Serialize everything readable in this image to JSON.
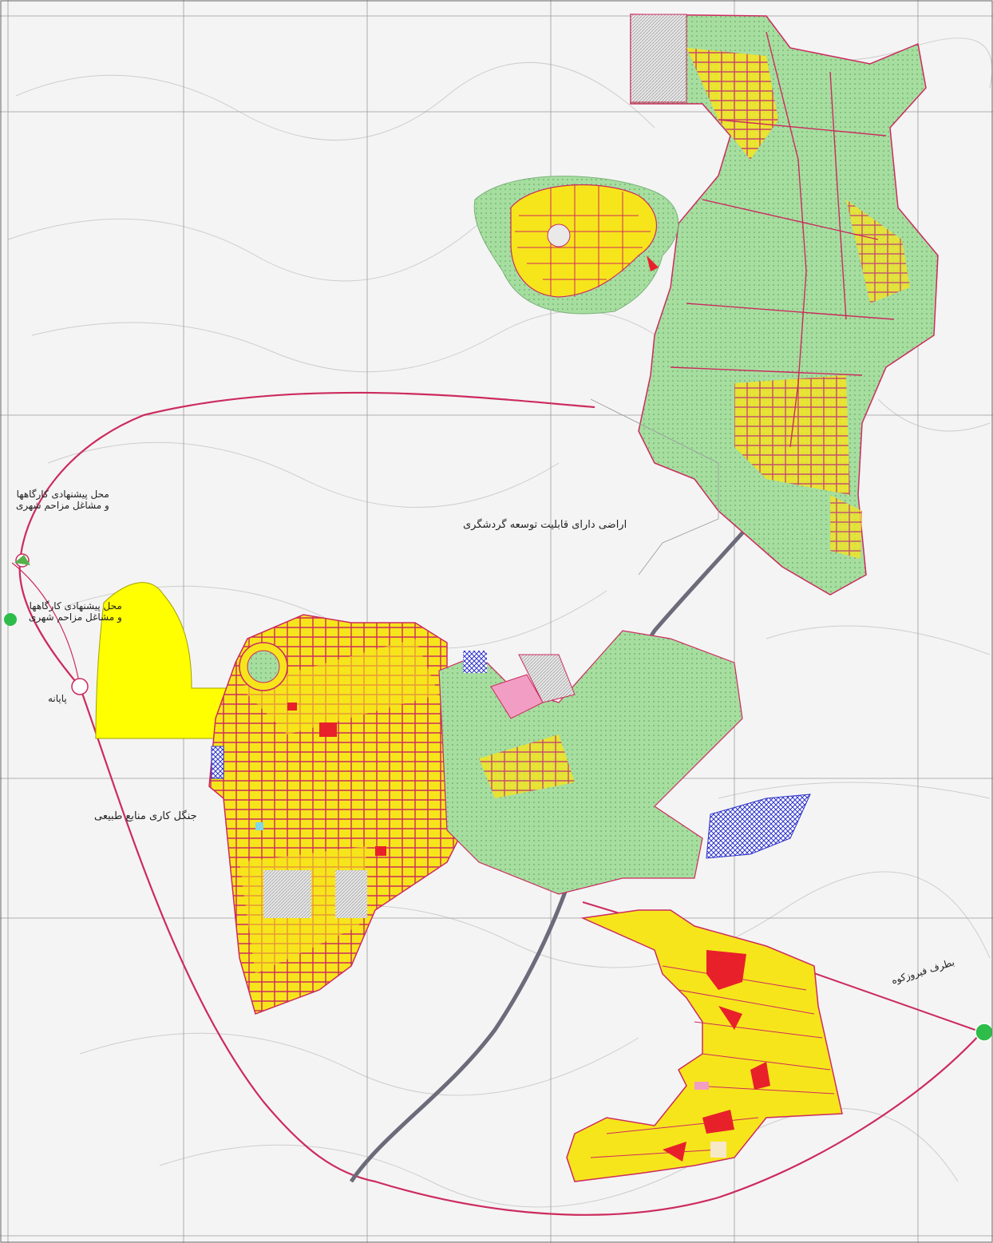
{
  "labels": {
    "industrial_1_line1": "محل پیشنهادی کارگاهها",
    "industrial_1_line2": "و مشاغل مزاحم شهری",
    "industrial_2_line1": "محل پیشنهادی کارگاهها",
    "industrial_2_line2": "و مشاغل مزاحم شهری",
    "tourism": "اراضی دارای قابلیت توسعه گردشگری",
    "terminal": "پایانه",
    "forest": "جنگل کاری منابع طبیعی",
    "road": "بطرف فیروزکوه"
  },
  "colors": {
    "residential": "#f7e51c",
    "residential_dark": "#f4c800",
    "green_space": "#a6dea0",
    "roads": "#cc2b5e",
    "commercial": "#e8202a",
    "industrial": "#ffff00",
    "water_blue": "#2d33c8",
    "contour": "#c7c7c7",
    "grid": "#9a9a9a",
    "river": "#6b6b7a"
  }
}
